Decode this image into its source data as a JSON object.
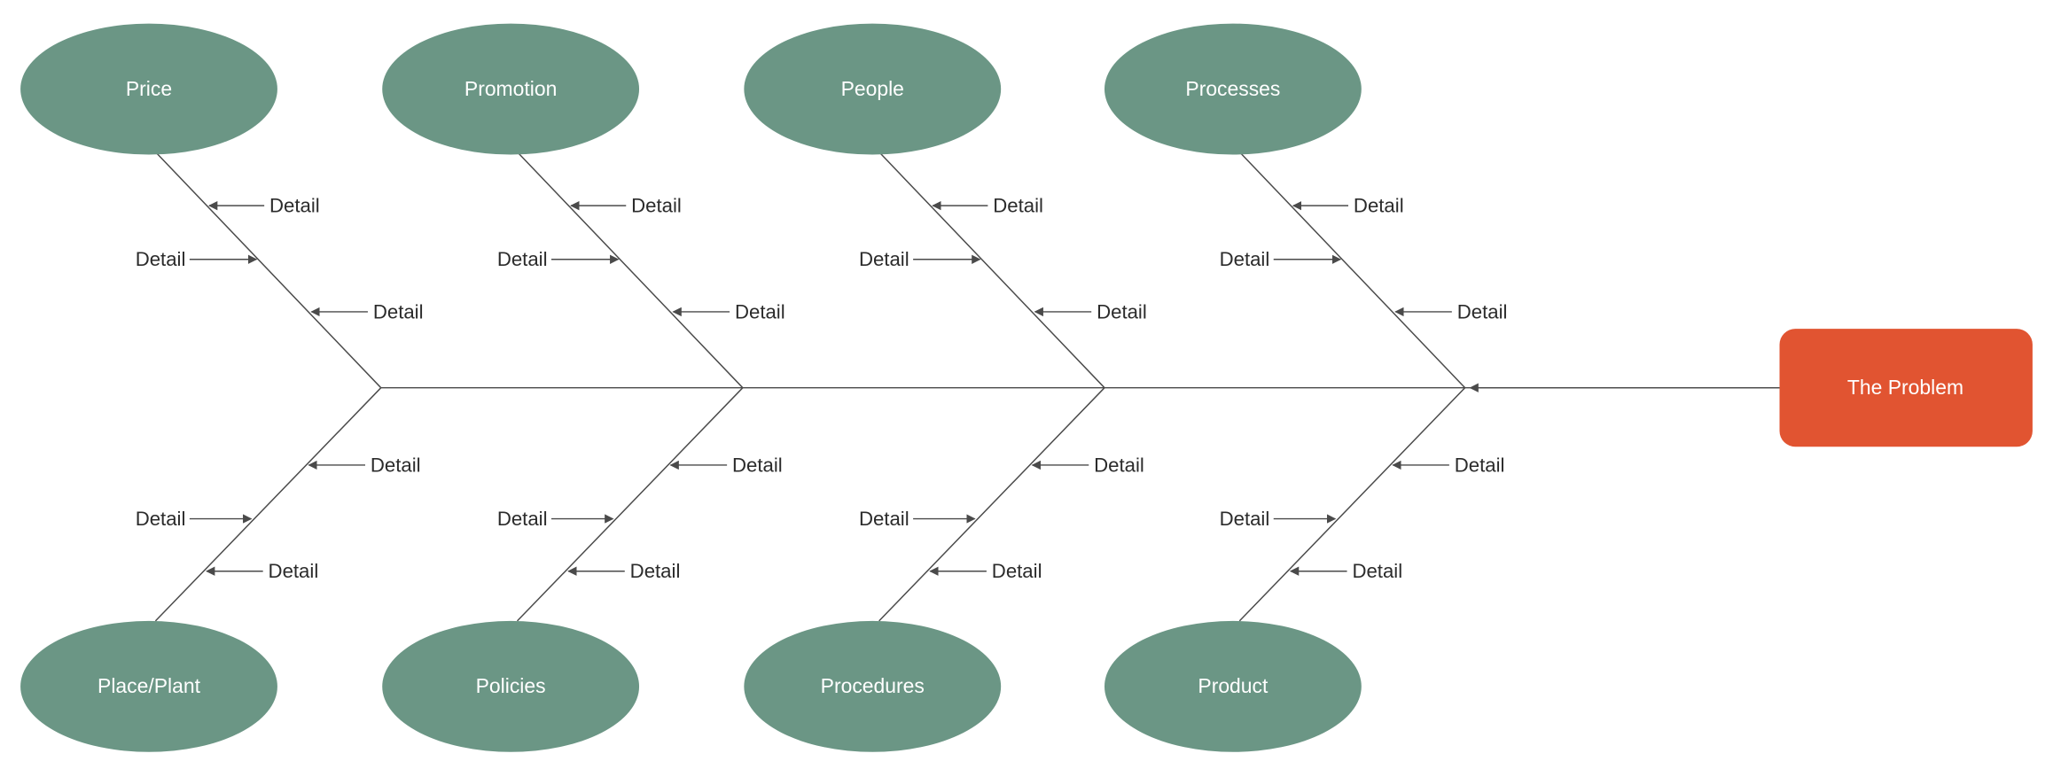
{
  "diagram": {
    "type": "fishbone-ishikawa",
    "problem": {
      "label": "The Problem"
    },
    "detail_label": "Detail",
    "top_categories": [
      "Price",
      "Promotion",
      "People",
      "Processes"
    ],
    "bottom_categories": [
      "Place/Plant",
      "Policies",
      "Procedures",
      "Product"
    ]
  },
  "colors": {
    "category_fill": "#6b9685",
    "problem_fill": "#e15431",
    "line": "#4a4a4a",
    "text": "#2b2b2b"
  }
}
